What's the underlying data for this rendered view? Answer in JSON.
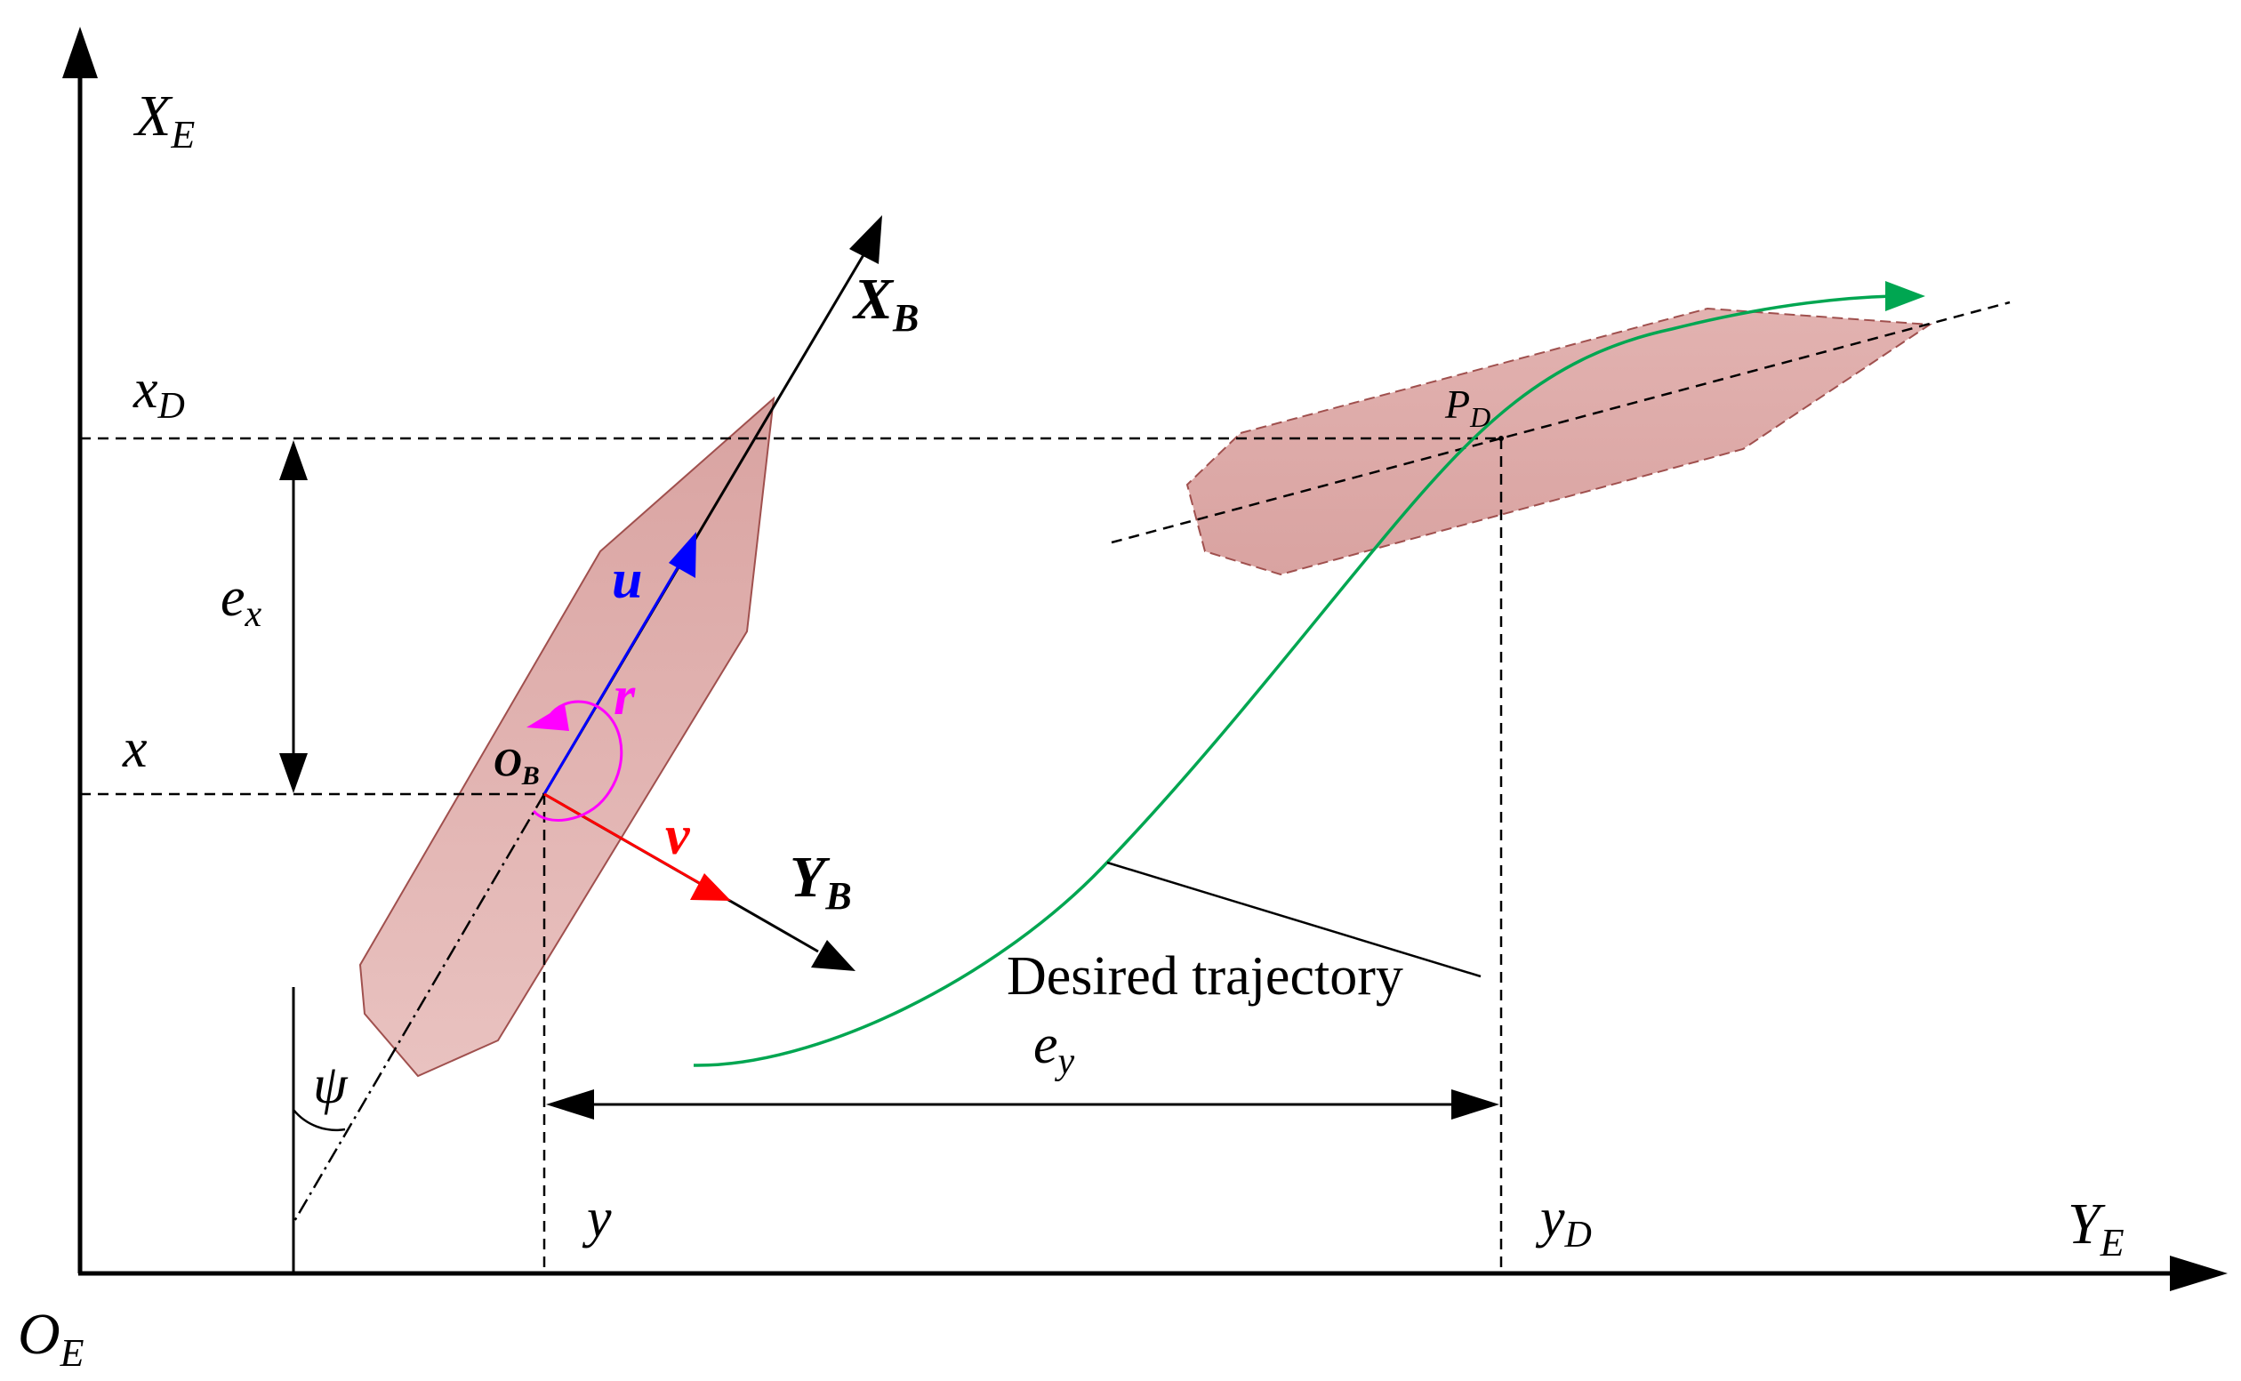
{
  "axes": {
    "vertical": {
      "main": "X",
      "sub": "E"
    },
    "horizontal": {
      "main": "Y",
      "sub": "E"
    },
    "origin": {
      "main": "O",
      "sub": "E"
    }
  },
  "body_axes": {
    "xb": {
      "main": "X",
      "sub": "B"
    },
    "yb": {
      "main": "Y",
      "sub": "B"
    },
    "origin": {
      "main": "O",
      "sub": "B"
    }
  },
  "velocities": {
    "u": "u",
    "v": "v",
    "r": "r"
  },
  "markers": {
    "x_d": {
      "main": "x",
      "sub": "D"
    },
    "x": "x",
    "y": "y",
    "y_d": {
      "main": "y",
      "sub": "D"
    },
    "p_d": {
      "main": "P",
      "sub": "D"
    }
  },
  "errors": {
    "e_x": {
      "main": "e",
      "sub": "x"
    },
    "e_y": {
      "main": "e",
      "sub": "y"
    }
  },
  "heading": "ψ",
  "trajectory_label": "Desired trajectory",
  "colors": {
    "ship_fill": "#e6b8b5",
    "ship_stroke": "#a0504e",
    "u_vector": "#0000ff",
    "v_vector": "#ff0000",
    "r_vector": "#ff00ff",
    "trajectory": "#00a651",
    "axis": "#000000"
  }
}
